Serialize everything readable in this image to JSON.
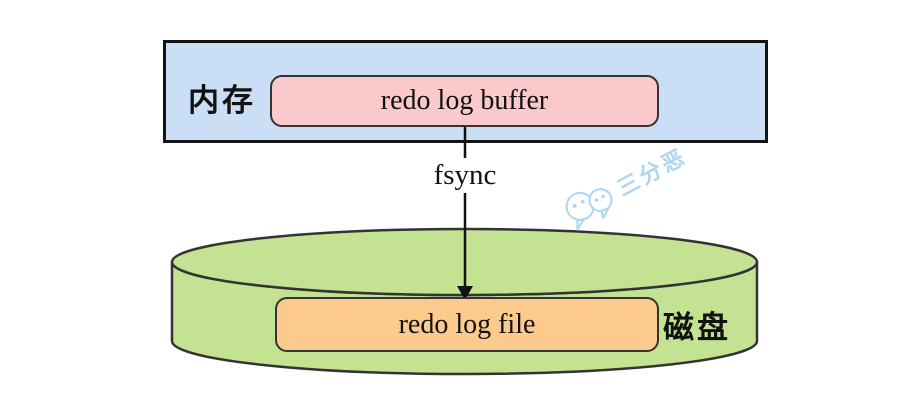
{
  "memory_region": {
    "label": "内存",
    "buffer_label": "redo log buffer"
  },
  "sync_arrow": {
    "label": "fsync"
  },
  "disk_region": {
    "label": "磁盘",
    "file_label": "redo log file"
  },
  "watermark": {
    "label": "三分恶",
    "icon": "wechat-chat-bubbles-icon"
  },
  "colors": {
    "memory_fill": "#cadff5",
    "buffer_fill": "#f9c9cc",
    "disk_fill": "#c4e392",
    "file_fill": "#fcca8c",
    "outline": "#333333",
    "frame_outline": "#131313",
    "arrow": "#111111",
    "text": "#111111",
    "watermark": "#a9d4f0",
    "background": "#ffffff"
  }
}
